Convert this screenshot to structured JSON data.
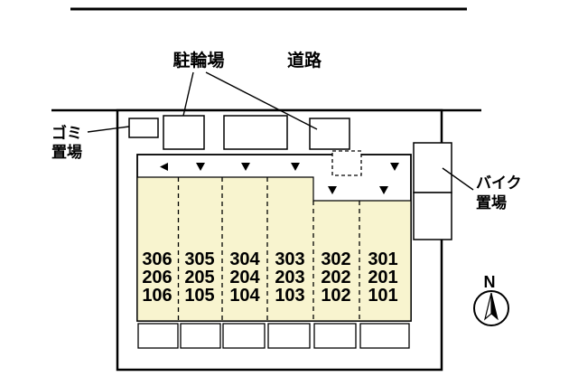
{
  "labels": {
    "road": "道路",
    "bicycle_parking": "駐輪場",
    "garbage_line1": "ゴミ",
    "garbage_line2": "置場",
    "bike_line1": "バイク",
    "bike_line2": "置場",
    "north": "N"
  },
  "building": {
    "floors": [
      [
        "306",
        "305",
        "304",
        "303",
        "302",
        "301"
      ],
      [
        "206",
        "205",
        "204",
        "203",
        "202",
        "201"
      ],
      [
        "106",
        "105",
        "104",
        "103",
        "102",
        "101"
      ]
    ]
  },
  "colors": {
    "building_fill": "#f8f4cf",
    "line": "#000000",
    "background": "#ffffff"
  }
}
